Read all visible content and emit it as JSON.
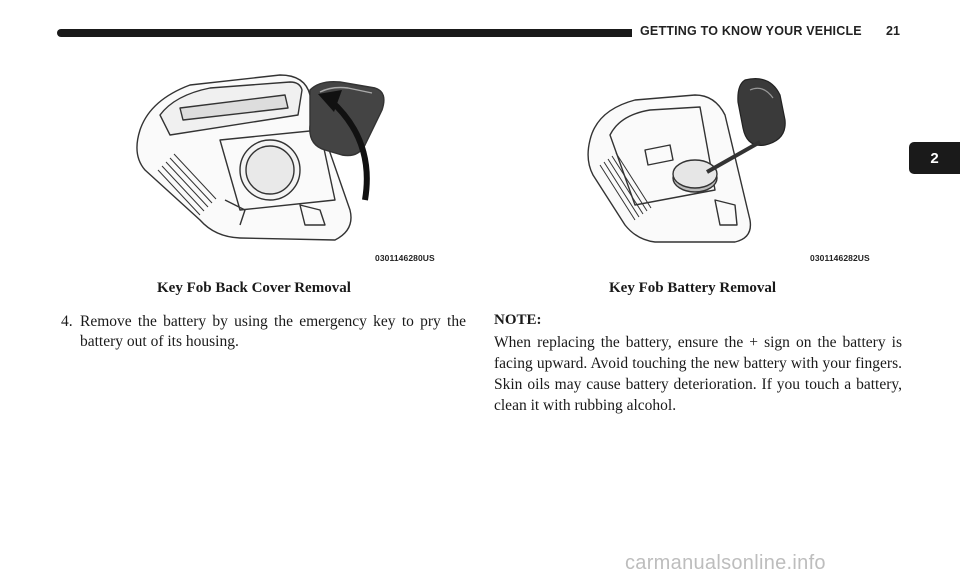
{
  "header": {
    "title": "GETTING TO KNOW YOUR VEHICLE",
    "page_number": "21"
  },
  "chapter_tab": "2",
  "figures": [
    {
      "code": "0301146280US",
      "caption": "Key Fob Back Cover Removal",
      "icon": "key-fob-cover-removal-illustration"
    },
    {
      "code": "0301146282US",
      "caption": "Key Fob Battery Removal",
      "icon": "key-fob-battery-removal-illustration"
    }
  ],
  "step": {
    "number": "4.",
    "text": "Remove the battery by using the emergency key to pry the battery out of its housing."
  },
  "note": {
    "heading": "NOTE:",
    "body": "When replacing the battery, ensure the + sign on the battery is facing upward. Avoid touching the new battery with your fingers. Skin oils may cause battery deterioration. If you touch a battery, clean it with rubbing alcohol."
  },
  "watermark": "carmanualsonline.info"
}
